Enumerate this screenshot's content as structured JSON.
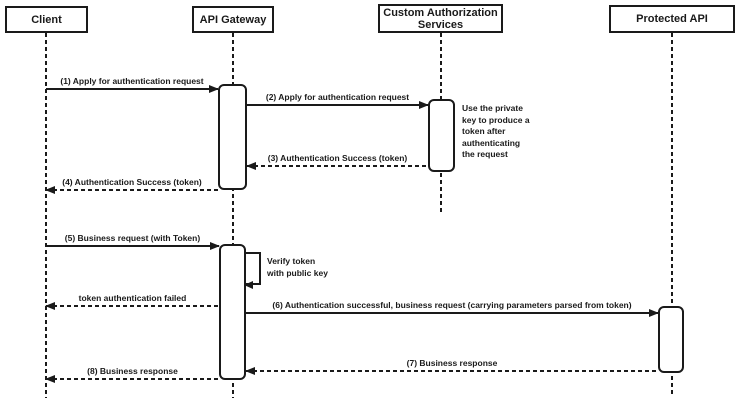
{
  "actors": [
    {
      "label": "Client"
    },
    {
      "label": "API Gateway"
    },
    {
      "label": "Custom Authorization\nServices"
    },
    {
      "label": "Protected API"
    }
  ],
  "messages": [
    {
      "label": "(1) Apply for authentication request",
      "type": "solid",
      "direction": "right"
    },
    {
      "label": "(2) Apply for authentication request",
      "type": "solid",
      "direction": "right"
    },
    {
      "label": "(3) Authentication Success (token)",
      "type": "dashed",
      "direction": "left"
    },
    {
      "label": "(4) Authentication Success (token)",
      "type": "dashed",
      "direction": "left"
    },
    {
      "label": "(5) Business request (with Token)",
      "type": "solid",
      "direction": "right"
    },
    {
      "label": "token authentication failed",
      "type": "dashed",
      "direction": "left"
    },
    {
      "label": "(6) Authentication successful, business request (carrying parameters parsed from token)",
      "type": "solid",
      "direction": "right"
    },
    {
      "label": "(7) Business response",
      "type": "dashed",
      "direction": "left"
    },
    {
      "label": "(8) Business response",
      "type": "dashed",
      "direction": "left"
    }
  ],
  "self_message": {
    "label": "Verify token\nwith public key"
  },
  "note": {
    "text": "Use the private\nkey to produce a\ntoken after\nauthenticating\nthe request"
  },
  "colors": {
    "stroke": "#1a1a1a",
    "background": "#ffffff"
  }
}
